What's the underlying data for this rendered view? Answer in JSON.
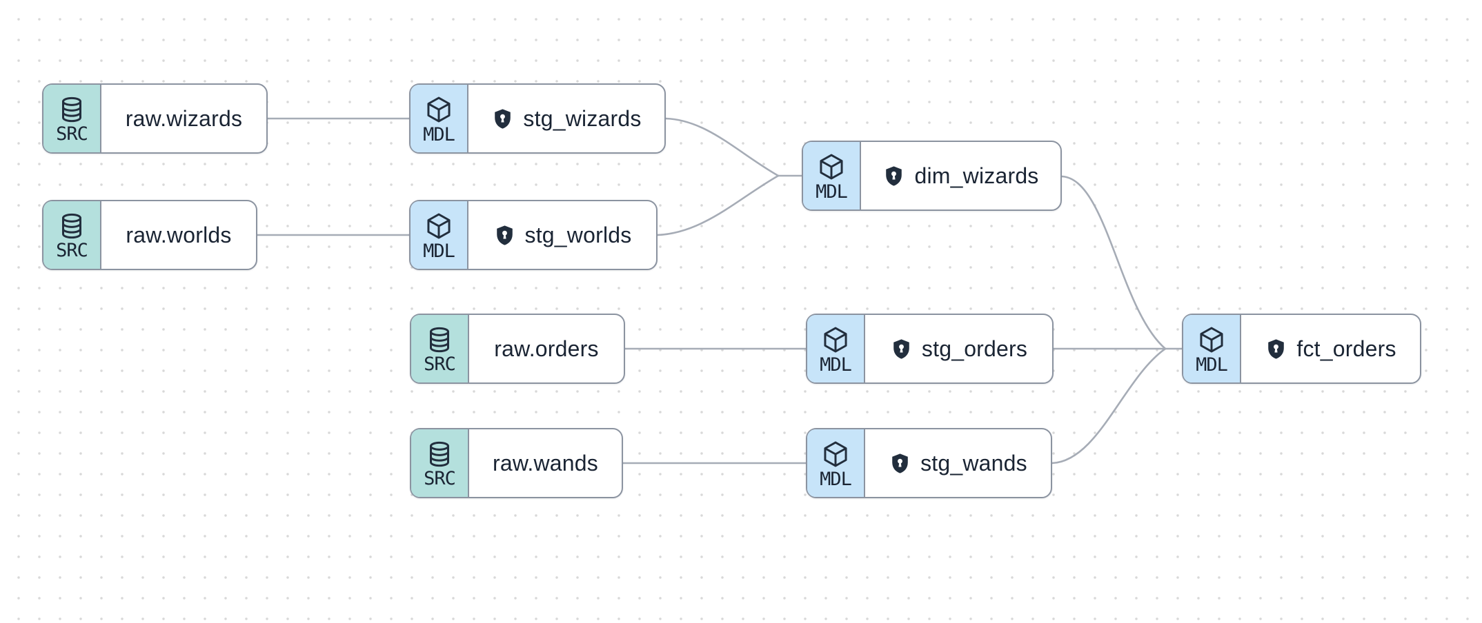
{
  "diagram": {
    "type": "lineage-dag",
    "badges": {
      "source": "SRC",
      "model": "MDL"
    },
    "nodes": [
      {
        "id": "raw_wizards",
        "label": "raw.wizards",
        "kind": "source",
        "badge": "SRC",
        "icon": "database-icon",
        "shield": false
      },
      {
        "id": "stg_wizards",
        "label": "stg_wizards",
        "kind": "model",
        "badge": "MDL",
        "icon": "cube-icon",
        "shield": true
      },
      {
        "id": "raw_worlds",
        "label": "raw.worlds",
        "kind": "source",
        "badge": "SRC",
        "icon": "database-icon",
        "shield": false
      },
      {
        "id": "stg_worlds",
        "label": "stg_worlds",
        "kind": "model",
        "badge": "MDL",
        "icon": "cube-icon",
        "shield": true
      },
      {
        "id": "dim_wizards",
        "label": "dim_wizards",
        "kind": "model",
        "badge": "MDL",
        "icon": "cube-icon",
        "shield": true
      },
      {
        "id": "raw_orders",
        "label": "raw.orders",
        "kind": "source",
        "badge": "SRC",
        "icon": "database-icon",
        "shield": false
      },
      {
        "id": "stg_orders",
        "label": "stg_orders",
        "kind": "model",
        "badge": "MDL",
        "icon": "cube-icon",
        "shield": true
      },
      {
        "id": "fct_orders",
        "label": "fct_orders",
        "kind": "model",
        "badge": "MDL",
        "icon": "cube-icon",
        "shield": true
      },
      {
        "id": "raw_wands",
        "label": "raw.wands",
        "kind": "source",
        "badge": "SRC",
        "icon": "database-icon",
        "shield": false
      },
      {
        "id": "stg_wands",
        "label": "stg_wands",
        "kind": "model",
        "badge": "MDL",
        "icon": "cube-icon",
        "shield": true
      }
    ],
    "edges": [
      {
        "from": "raw_wizards",
        "to": "stg_wizards"
      },
      {
        "from": "raw_worlds",
        "to": "stg_worlds"
      },
      {
        "from": "raw_orders",
        "to": "stg_orders"
      },
      {
        "from": "raw_wands",
        "to": "stg_wands"
      },
      {
        "from": "stg_wizards",
        "to": "dim_wizards"
      },
      {
        "from": "stg_worlds",
        "to": "dim_wizards"
      },
      {
        "from": "dim_wizards",
        "to": "fct_orders"
      },
      {
        "from": "stg_orders",
        "to": "fct_orders"
      },
      {
        "from": "stg_wands",
        "to": "fct_orders"
      }
    ],
    "colors": {
      "canvas_bg": "#ffffff",
      "grid_dot": "#d8d8d8",
      "source_badge_bg": "#b4e0dd",
      "model_badge_bg": "#c7e4f9",
      "node_bg": "#ffffff",
      "node_border": "#8b93a0",
      "edge": "#a6acb6",
      "label_text": "#1a2433",
      "icon": "#222e3d"
    }
  }
}
